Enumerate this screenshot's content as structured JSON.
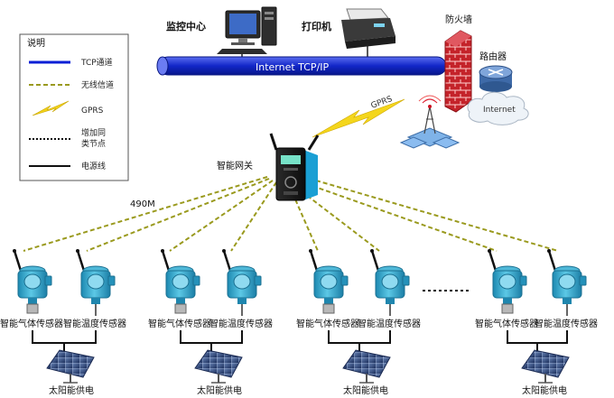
{
  "legend": {
    "title": "说明",
    "items": [
      {
        "label": "TCP通道",
        "kind": "tcp"
      },
      {
        "label": "无线信道",
        "kind": "wireless"
      },
      {
        "label": "GPRS",
        "kind": "gprs"
      },
      {
        "label": "增加同",
        "label2": "类节点",
        "kind": "more"
      },
      {
        "label": "电源线",
        "kind": "power"
      }
    ]
  },
  "top": {
    "monitor_center": "监控中心",
    "printer": "打印机",
    "firewall": "防火墙",
    "router": "路由器",
    "bus_label": "Internet    TCP/IP",
    "cloud_label": "Internet",
    "gprs_label": "GPRS"
  },
  "gateway": {
    "label": "智能网关",
    "link_label": "490M"
  },
  "groups": [
    {
      "gas": "智能气体传感器",
      "temp": "智能温度传感器",
      "solar": "太阳能供电"
    },
    {
      "gas": "智能气体传感器",
      "temp": "智能温度传感器",
      "solar": "太阳能供电"
    },
    {
      "gas": "智能气体传感器",
      "temp": "智能温度传感器",
      "solar": "太阳能供电"
    },
    {
      "gas": "智能气体传感器",
      "temp": "智能温度传感器",
      "solar": "太阳能供电"
    }
  ],
  "colors": {
    "tcp": "#0a1fd6",
    "wireless": "#9a9a1e",
    "gprs": "#f2d21a",
    "sensor": "#2aa4c9",
    "firewall": "#c4232a"
  }
}
